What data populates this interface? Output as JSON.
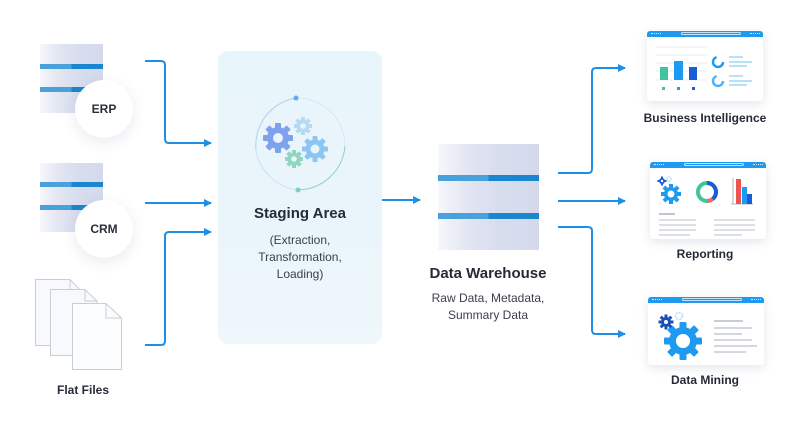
{
  "diagram": {
    "title": "Data Warehouse Architecture",
    "colors": {
      "arrow": "#1e8fe6",
      "stripe_light": "#4aa0d8",
      "stripe_dark": "#1a86cf",
      "staging_bg": "#e8f5fb",
      "text": "#262b38"
    },
    "sources": [
      {
        "id": "erp",
        "label": "ERP",
        "icon": "database-icon"
      },
      {
        "id": "crm",
        "label": "CRM",
        "icon": "database-icon"
      },
      {
        "id": "flat-files",
        "label": "Flat Files",
        "icon": "documents-icon"
      }
    ],
    "staging": {
      "title": "Staging Area",
      "subtitle_lines": [
        "(Extraction,",
        "Transformation,",
        "Loading)"
      ],
      "icon": "gears-icon"
    },
    "warehouse": {
      "title": "Data Warehouse",
      "subtitle_lines": [
        "Raw Data, Metadata,",
        "Summary Data"
      ],
      "icon": "database-icon"
    },
    "outputs": [
      {
        "id": "bi",
        "label": "Business Intelligence",
        "icon": "dashboard-window-icon"
      },
      {
        "id": "reporting",
        "label": "Reporting",
        "icon": "report-window-icon"
      },
      {
        "id": "mining",
        "label": "Data Mining",
        "icon": "gear-window-icon"
      }
    ],
    "connections": [
      {
        "from": "erp",
        "to": "staging"
      },
      {
        "from": "crm",
        "to": "staging"
      },
      {
        "from": "flat-files",
        "to": "staging"
      },
      {
        "from": "staging",
        "to": "warehouse"
      },
      {
        "from": "warehouse",
        "to": "bi"
      },
      {
        "from": "warehouse",
        "to": "reporting"
      },
      {
        "from": "warehouse",
        "to": "mining"
      }
    ]
  }
}
